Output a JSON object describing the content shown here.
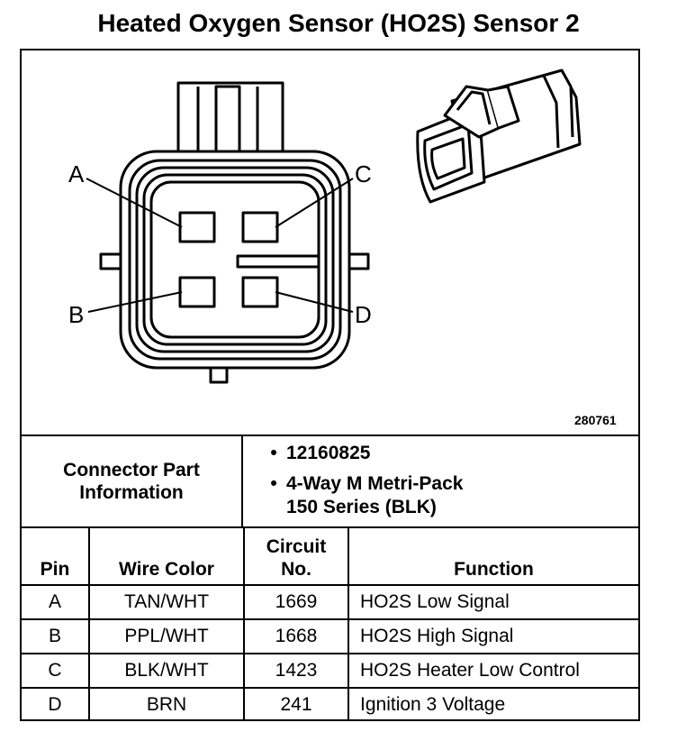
{
  "title": "Heated Oxygen Sensor (HO2S) Sensor 2",
  "figure_id": "280761",
  "pin_labels": [
    "A",
    "B",
    "C",
    "D"
  ],
  "connector_info": {
    "label": "Connector Part\nInformation",
    "items": [
      "12160825",
      "4-Way M Metri-Pack\n150 Series (BLK)"
    ]
  },
  "table": {
    "headers": [
      "Pin",
      "Wire Color",
      "Circuit\nNo.",
      "Function"
    ],
    "rows": [
      [
        "A",
        "TAN/WHT",
        "1669",
        "HO2S Low Signal"
      ],
      [
        "B",
        "PPL/WHT",
        "1668",
        "HO2S High Signal"
      ],
      [
        "C",
        "BLK/WHT",
        "1423",
        "HO2S Heater Low Control"
      ],
      [
        "D",
        "BRN",
        "241",
        "Ignition 3 Voltage"
      ]
    ]
  }
}
